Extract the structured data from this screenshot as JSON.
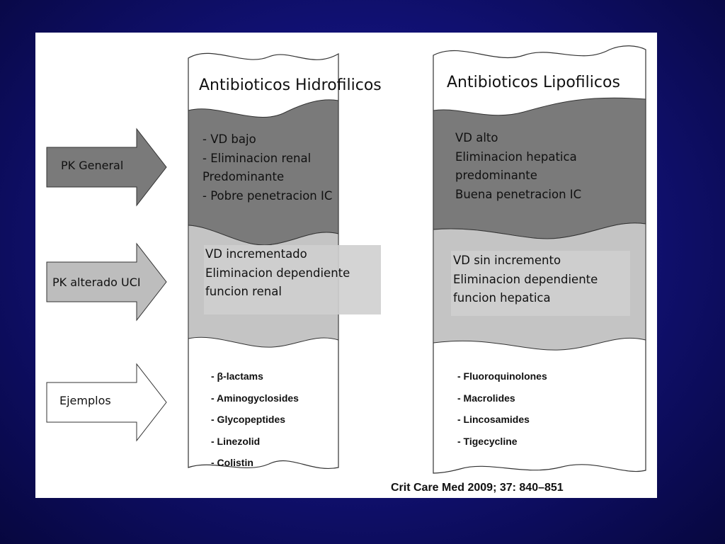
{
  "colors": {
    "background": "#12127a",
    "panel": "#ffffff",
    "band_dark": "#7a7a7a",
    "band_light": "#c4c4c4",
    "arrow_dark": "#7a7a7a",
    "arrow_light": "#bdbdbd",
    "arrow_white": "#ffffff"
  },
  "rows": {
    "pk_general": {
      "label": "PK General"
    },
    "pk_alterado": {
      "label": "PK alterado UCI"
    },
    "ejemplos": {
      "label": "Ejemplos"
    }
  },
  "columns": {
    "hidrofilicos": {
      "title": "Antibioticos Hidrofilicos",
      "pk_general": [
        "- VD bajo",
        "- Eliminacion renal",
        "Predominante",
        "- Pobre penetracion IC"
      ],
      "pk_alterado": [
        "VD incrementado",
        "Eliminacion dependiente",
        "funcion renal"
      ],
      "ejemplos": [
        "- β-lactams",
        "- Aminogyclosides",
        "- Glycopeptides",
        "- Linezolid",
        "- Colistin"
      ]
    },
    "lipofilicos": {
      "title": "Antibioticos Lipofilicos",
      "pk_general": [
        "VD alto",
        "Eliminacion hepatica",
        "predominante",
        "Buena penetracion IC"
      ],
      "pk_alterado": [
        "VD sin incremento",
        "Eliminacion dependiente",
        "funcion hepatica"
      ],
      "ejemplos": [
        "- Fluoroquinolones",
        "- Macrolides",
        "- Lincosamides",
        "- Tigecycline"
      ]
    }
  },
  "citation": "Crit Care Med 2009; 37: 840–851"
}
